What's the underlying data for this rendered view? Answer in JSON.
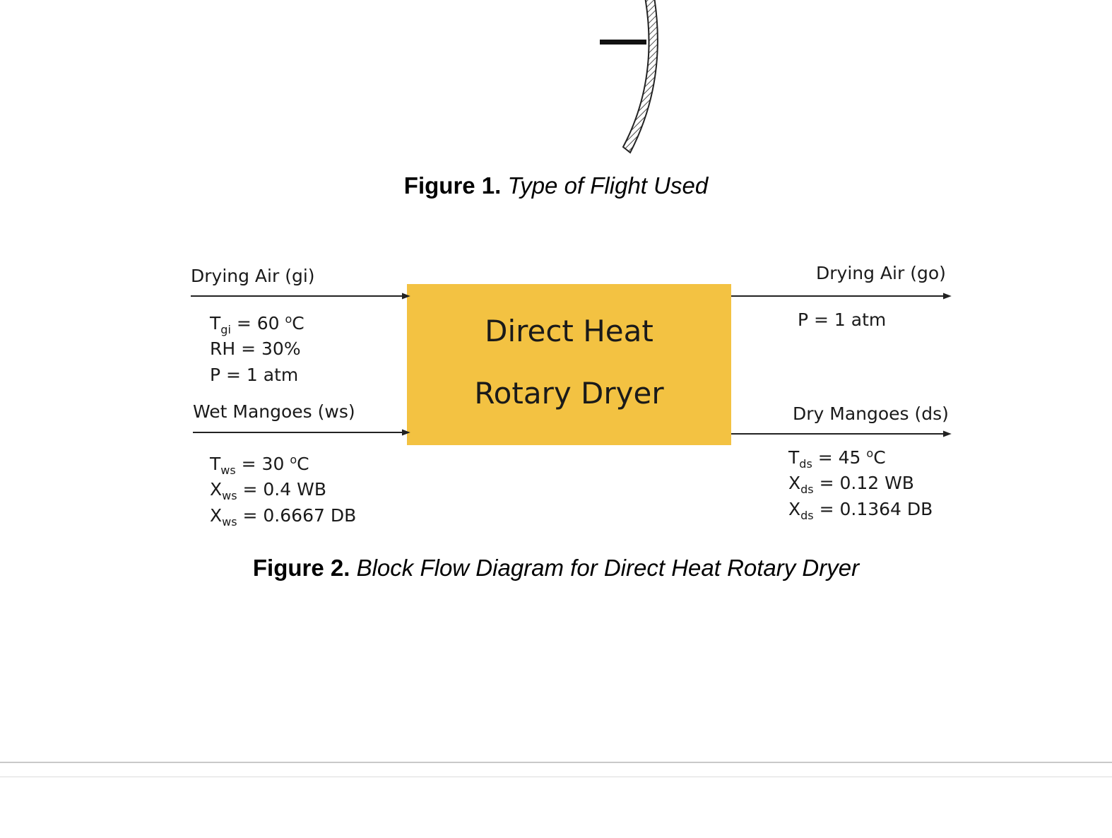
{
  "figure1": {
    "caption_bold": "Figure 1.",
    "caption_italic": "Type of Flight Used"
  },
  "figure2": {
    "caption_bold": "Figure 2.",
    "caption_italic": "Block Flow Diagram for Direct Heat Rotary Dryer",
    "unit_box": {
      "line1": "Direct Heat",
      "line2": "Rotary Dryer",
      "color": "#f3c242"
    },
    "streams": {
      "air_in": {
        "label": "Drying Air (gi)",
        "props": [
          {
            "sym": "T",
            "sub": "gi",
            "rest": " = 60 ",
            "deg": "o",
            "unit": "C"
          },
          {
            "sym": "RH",
            "sub": "",
            "rest": " = 30%",
            "deg": "",
            "unit": ""
          },
          {
            "sym": "P",
            "sub": "",
            "rest": " = 1 atm",
            "deg": "",
            "unit": ""
          }
        ]
      },
      "solids_in": {
        "label": "Wet Mangoes (ws)",
        "props": [
          {
            "sym": "T",
            "sub": "ws",
            "rest": " = 30 ",
            "deg": "o",
            "unit": "C"
          },
          {
            "sym": "X",
            "sub": "ws",
            "rest": " = 0.4 WB",
            "deg": "",
            "unit": ""
          },
          {
            "sym": "X",
            "sub": "ws",
            "rest": " = 0.6667 DB",
            "deg": "",
            "unit": ""
          }
        ]
      },
      "air_out": {
        "label": "Drying Air (go)",
        "props": [
          {
            "sym": "P",
            "sub": "",
            "rest": " = 1 atm",
            "deg": "",
            "unit": ""
          }
        ]
      },
      "solids_out": {
        "label": "Dry Mangoes (ds)",
        "props": [
          {
            "sym": "T",
            "sub": "ds",
            "rest": " = 45 ",
            "deg": "o",
            "unit": "C"
          },
          {
            "sym": "X",
            "sub": "ds",
            "rest": " = 0.12 WB",
            "deg": "",
            "unit": ""
          },
          {
            "sym": "X",
            "sub": "ds",
            "rest": " = 0.1364 DB",
            "deg": "",
            "unit": ""
          }
        ]
      }
    }
  }
}
